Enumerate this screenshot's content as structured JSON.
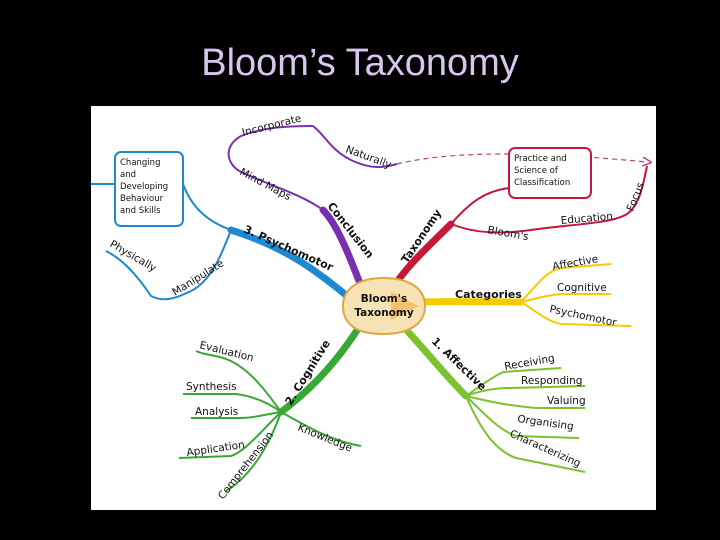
{
  "title": "Bloom’s Taxonomy",
  "center": {
    "line1": "Bloom's",
    "line2": "Taxonomy"
  },
  "colors": {
    "background": "#000000",
    "title": "#d9c6ef",
    "psychomotor": "#1e88d0",
    "conclusion": "#7a2fb0",
    "taxonomy": "#c8163c",
    "categories": "#f5cc00",
    "affective": "#7cc22e",
    "cognitive": "#36a836",
    "center_fill": "#f6e2b5"
  },
  "branches": {
    "conclusion": {
      "label": "Conclusion",
      "children": [
        "Mind Maps",
        "Incorporate",
        "Naturally"
      ]
    },
    "taxonomy": {
      "label": "Taxonomy",
      "children": [
        "Practice and",
        "Science of",
        "Classification",
        "Bloom's",
        "Education",
        "Focus"
      ]
    },
    "categories": {
      "label": "Categories",
      "children": [
        "Affective",
        "Cognitive",
        "Psychomotor"
      ]
    },
    "affective": {
      "label": "1. Affective",
      "children": [
        "Receiving",
        "Responding",
        "Valuing",
        "Organising",
        "Characterizing"
      ]
    },
    "cognitive": {
      "label": "2. Cognitive",
      "children": [
        "Evaluation",
        "Synthesis",
        "Analysis",
        "Application",
        "Comprehension",
        "Knowledge"
      ]
    },
    "psychomotor": {
      "label": "3. Psychomotor",
      "children": [
        "Changing",
        "and",
        "Developing",
        "Behaviour",
        "and Skills",
        "Physically",
        "Manipulate"
      ]
    }
  }
}
